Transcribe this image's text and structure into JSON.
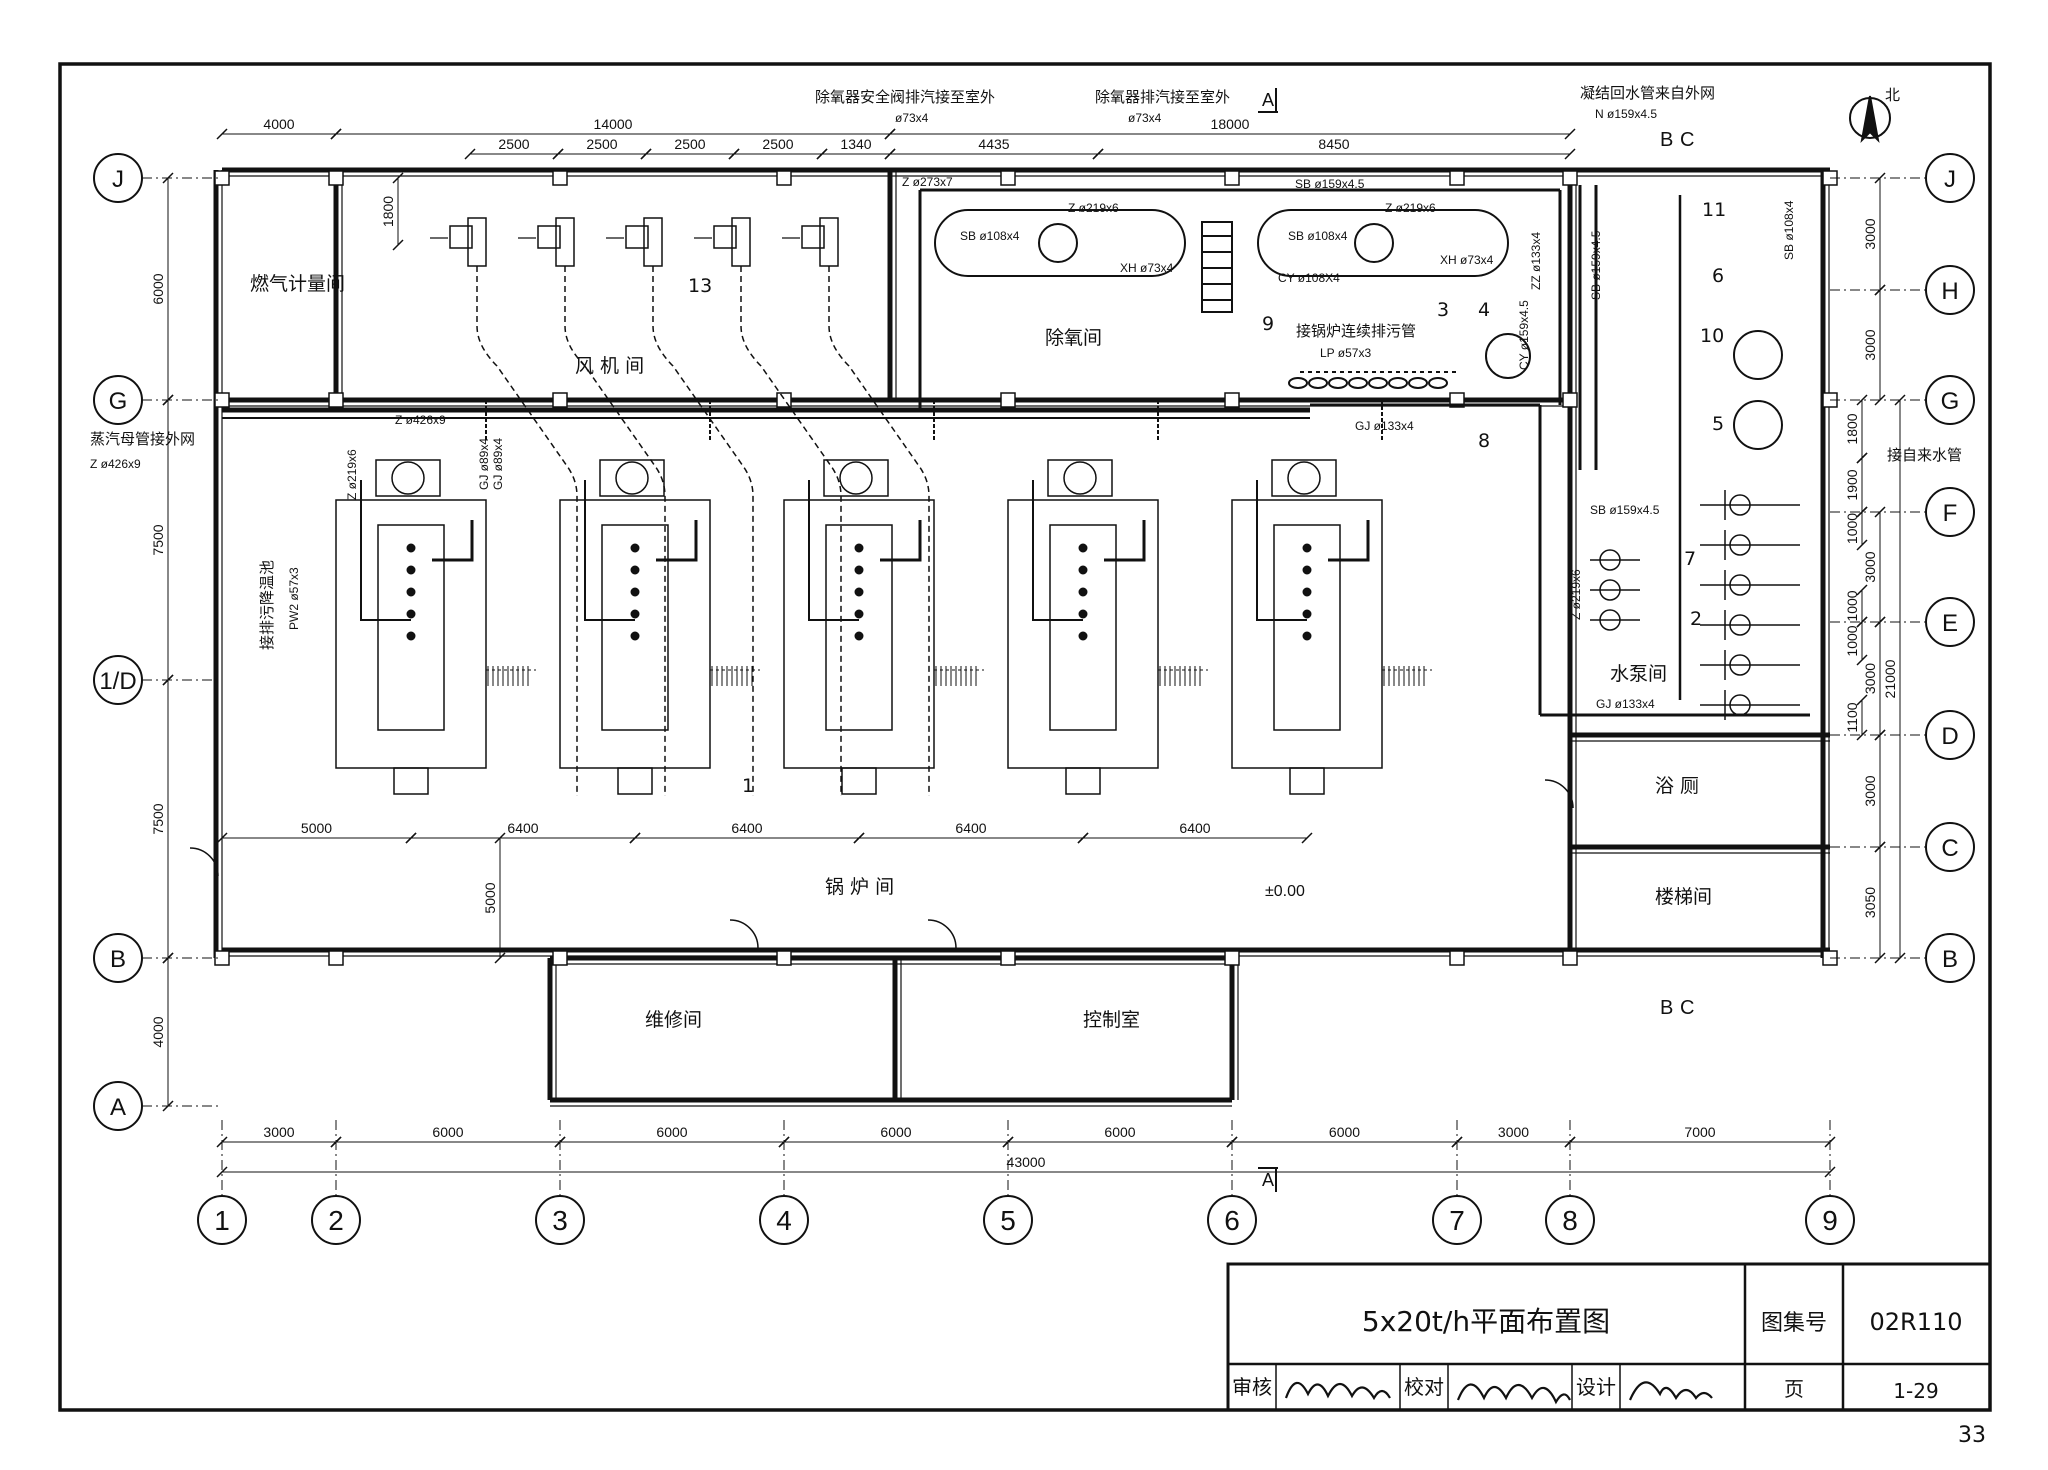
{
  "title_block": {
    "drawing_title": "5x20t/h平面布置图",
    "atlas_label": "图集号",
    "atlas_number": "02R110",
    "review_label": "审核",
    "check_label": "校对",
    "design_label": "设计",
    "page_label": "页",
    "page_number": "1-29"
  },
  "sheet_number": "33",
  "north": "北",
  "section_marks": {
    "a_top": "A",
    "a_bottom": "A",
    "b_right": "B",
    "c_right": "C"
  },
  "grid": {
    "columns": [
      "1",
      "2",
      "3",
      "4",
      "5",
      "6",
      "7",
      "8",
      "9"
    ],
    "rows": [
      "J",
      "G",
      "1/D",
      "B",
      "A",
      "H",
      "F",
      "E",
      "D",
      "C"
    ]
  },
  "rooms": {
    "gas_meter": "燃气计量间",
    "fan_room": "风 机 间",
    "deaerator": "除氧间",
    "boiler_room": "锅 炉 间",
    "repair": "维修间",
    "control": "控制室",
    "pump_room": "水泵间",
    "bathroom": "浴 厕",
    "stair": "楼梯间",
    "elevation": "±0.00"
  },
  "notes": {
    "safety_vent": "除氧器安全阀排汽接至室外",
    "vent": "除氧器排汽接至室外",
    "condensate": "凝结回水管来自外网",
    "steam_main": "蒸汽母管接外网",
    "blowdown": "接锅炉连续排污管",
    "city_water": "接自来水管",
    "sewage": "接排污降温池"
  },
  "dims_top": [
    "4000",
    "14000",
    "18000",
    "2500",
    "2500",
    "2500",
    "2500",
    "1340",
    "4435",
    "8450"
  ],
  "dims_bottom": [
    "3000",
    "6000",
    "6000",
    "6000",
    "6000",
    "6000",
    "3000",
    "7000",
    "43000"
  ],
  "dims_inner": [
    "5000",
    "6400",
    "6400",
    "6400",
    "6400"
  ],
  "dims_left": [
    "6000",
    "7500",
    "7500",
    "4000",
    "5000",
    "1800"
  ],
  "dims_right": [
    "3000",
    "3000",
    "1800",
    "1900",
    "1000",
    "3000",
    "21000",
    "1000",
    "1000",
    "3000",
    "1100",
    "3000",
    "3050"
  ],
  "pipe_specs": {
    "z273": "Z ø273x7",
    "z219_top1": "Z ø219x6",
    "z219_top2": "Z ø219x6",
    "sb108_1": "SB ø108x4",
    "sb108_2": "SB ø108x4",
    "sb159_top": "SB ø159x4.5",
    "xh73_1": "XH ø73x4",
    "xh73_2": "XH ø73x4",
    "cy108": "CY ø108X4",
    "zz133": "ZZ ø133x4",
    "sb159_side": "SB ø159x4.5",
    "sb108_right": "SB ø108x4",
    "cy159": "CY ø159x4.5",
    "lp57": "LP ø57x3",
    "n159": "N ø159x4.5",
    "d73_1": "ø73x4",
    "d73_2": "ø73x4",
    "z426_main": "Z ø426x9",
    "z426_label": "Z ø426x9",
    "gj133_top": "GJ ø133x4",
    "gj133_bottom": "GJ ø133x4",
    "sb159_pump": "SB ø159x4.5",
    "z219_pump": "Z ø219x6",
    "pw2": "PW2 ø57x3",
    "z219_b1": "Z ø219x6",
    "gj89_a": "GJ ø89x4",
    "gj89_b": "GJ ø89x4"
  },
  "item_numbers": [
    "1",
    "2",
    "3",
    "4",
    "5",
    "6",
    "7",
    "8",
    "9",
    "10",
    "11",
    "13"
  ]
}
